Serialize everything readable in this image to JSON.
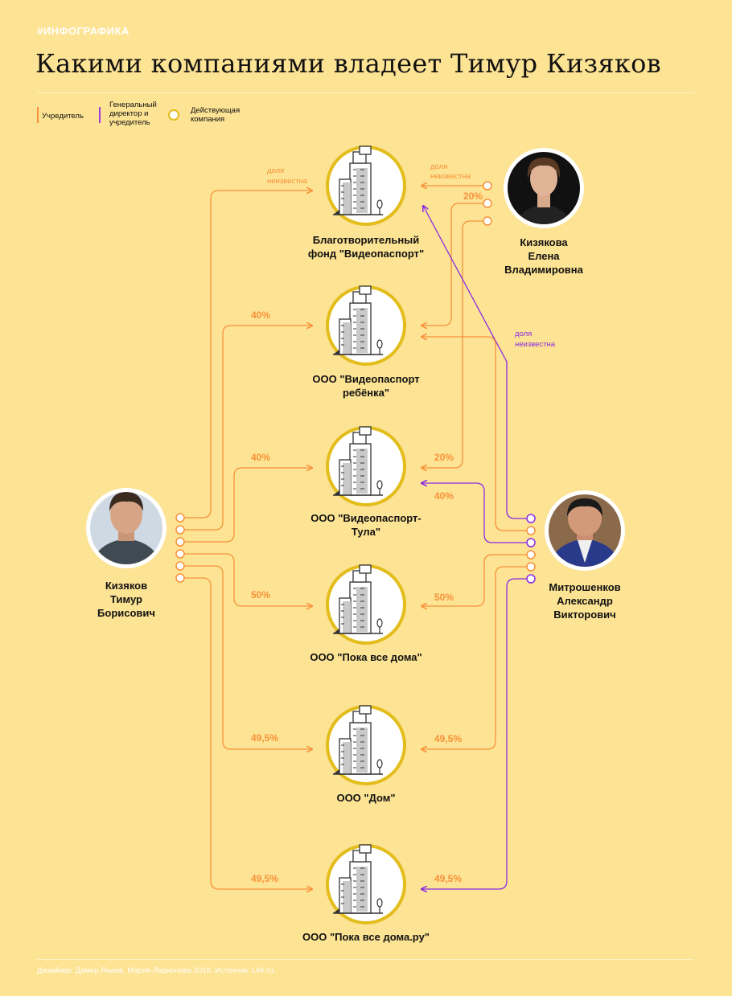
{
  "header": {
    "tag": "#ИНФОГРАФИКА",
    "title": "Какими компаниями владеет Тимур Кизяков"
  },
  "legend": {
    "founder": "Учредитель",
    "director_line1": "Генеральный",
    "director_line2": "директор и",
    "director_line3": "учредитель",
    "active_line1": "Действующая",
    "active_line2": "компания"
  },
  "colors": {
    "background": "#fde394",
    "founder": "#f7923a",
    "director": "#8a2be2",
    "company_ring": "#e3bd1c"
  },
  "companies": [
    {
      "line1": "Благотворительный",
      "line2": "фонд \"Видеопаспорт\""
    },
    {
      "line1": "ООО \"Видеопаспорт",
      "line2": "ребёнка\""
    },
    {
      "line1": "ООО \"Видеопаспорт-",
      "line2": "Тула\""
    },
    {
      "line1": "ООО \"Пока все дома\"",
      "line2": ""
    },
    {
      "line1": "ООО \"Дом\"",
      "line2": ""
    },
    {
      "line1": "ООО \"Пока все дома.ру\"",
      "line2": ""
    }
  ],
  "people": {
    "timur": {
      "line1": "Кизяков",
      "line2": "Тимур",
      "line3": "Борисович"
    },
    "elena": {
      "line1": "Кизякова",
      "line2": "Елена",
      "line3": "Владимировна"
    },
    "alexander": {
      "line1": "Митрошенков",
      "line2": "Александр",
      "line3": "Викторович"
    }
  },
  "shares": {
    "timur_fund_1": "доля",
    "timur_fund_2": "неизвестна",
    "timur_rebenka": "40%",
    "timur_tula": "40%",
    "timur_pvd": "50%",
    "timur_dom": "49,5%",
    "timur_pvdru": "49,5%",
    "elena_fund_1": "доля",
    "elena_fund_2": "неизвестна",
    "elena_rebenka": "20%",
    "elena_tula": "20%",
    "alex_tula": "40%",
    "alex_pvd": "50%",
    "alex_dom": "49,5%",
    "alex_pvdru": "49,5%",
    "alex_fund_1": "доля",
    "alex_fund_2": "неизвестна"
  },
  "footer": "Дизайнер: Дамир Янаев, Мария Ларионова 2016. Источник: Life.ru."
}
